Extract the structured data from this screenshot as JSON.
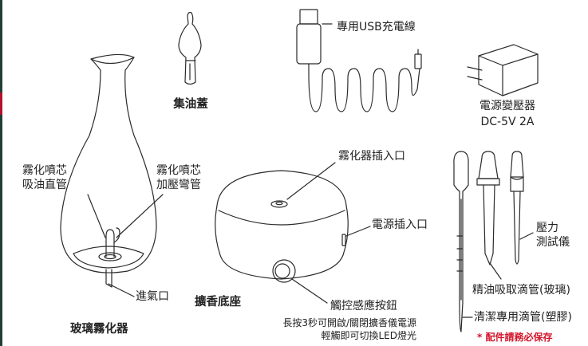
{
  "labels": {
    "oil_cap": "集油蓋",
    "usb_cable": "專用USB充電線",
    "adapter_line1": "電源變壓器",
    "adapter_line2": "DC-5V 2A",
    "nozzle_straight_line1": "霧化噴芯",
    "nozzle_straight_line2": "吸油直管",
    "nozzle_bent_line1": "霧化噴芯",
    "nozzle_bent_line2": "加壓彎管",
    "atomizer_inlet": "霧化器插入口",
    "power_inlet": "電源插入口",
    "pressure_line1": "壓力",
    "pressure_line2": "測試儀",
    "air_inlet": "進氣口",
    "base": "擴香底座",
    "touch_button": "觸控感應按鈕",
    "button_desc_line1": "長按3秒可開啟/關閉擴香儀電源",
    "button_desc_line2": "輕觸即可切換LED燈光",
    "glass_atomizer": "玻璃霧化器",
    "glass_dropper": "精油吸取滴管(玻璃)",
    "plastic_dropper": "清潔專用滴管(塑膠)",
    "accessory_note": "* 配件請務必保存"
  },
  "colors": {
    "frame": "#1f3f38",
    "frame_accent": "#b5122a",
    "note_red": "#d2152a",
    "line": "#2a2a2a"
  }
}
